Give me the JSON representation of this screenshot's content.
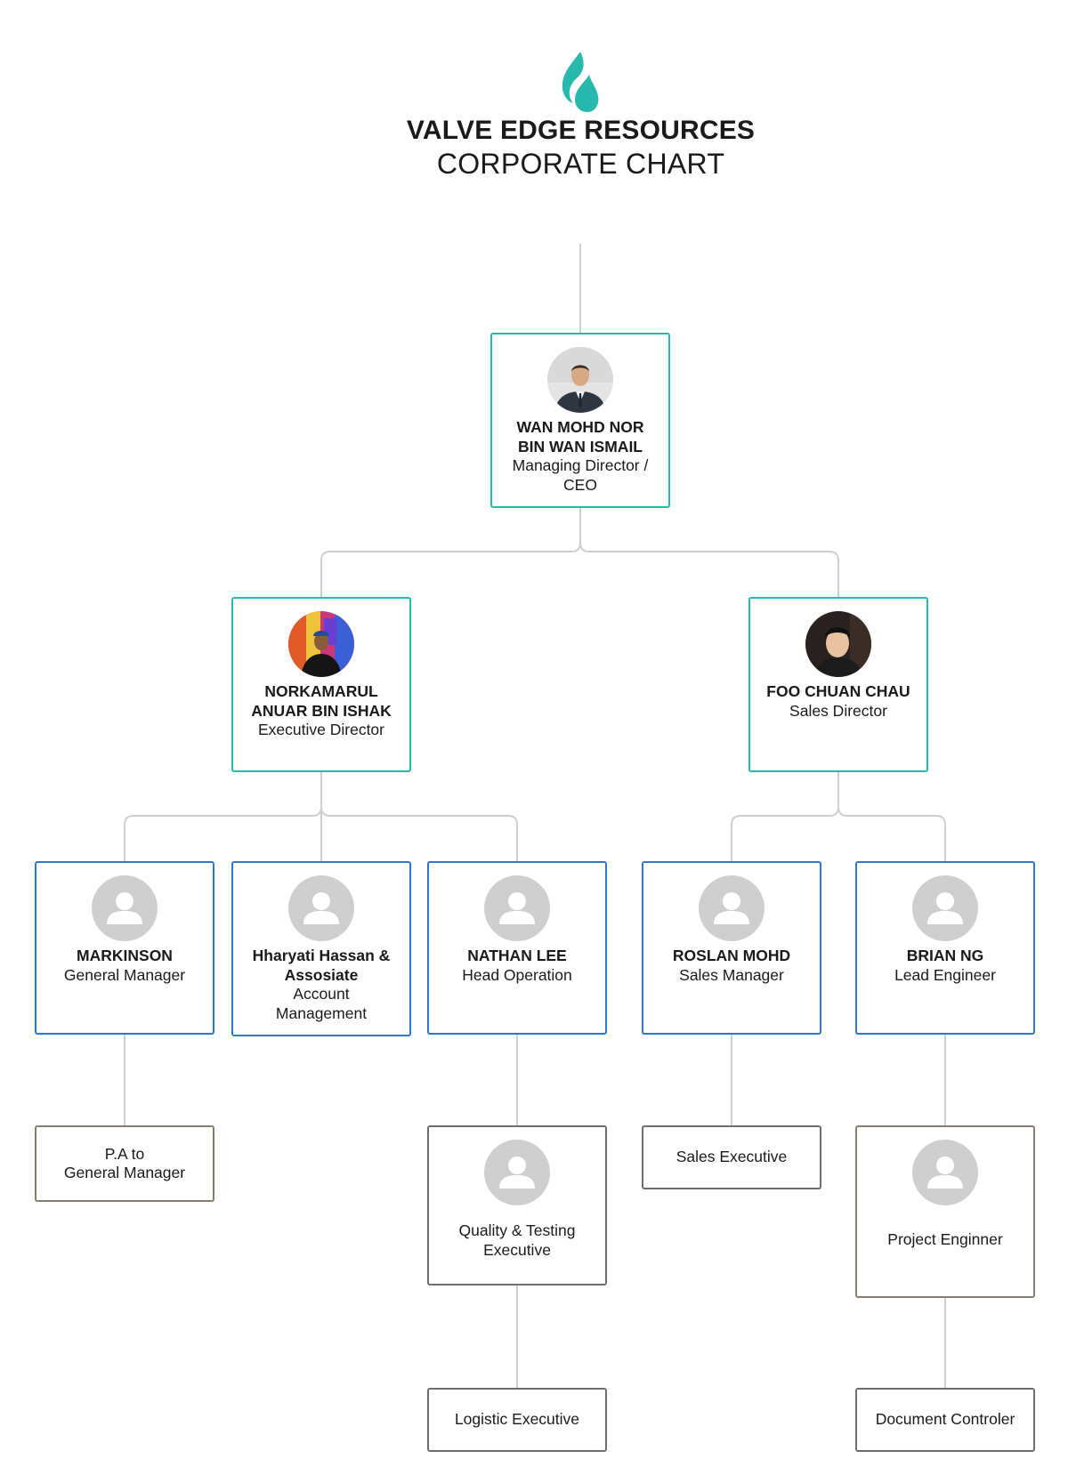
{
  "header": {
    "company": "VALVE EDGE RESOURCES",
    "subtitle": "CORPORATE CHART"
  },
  "colors": {
    "teal": "#27b9ad",
    "blue": "#2a78d4",
    "brown": "#8a7c6a",
    "gray_border": "#6e6e6e",
    "connector": "#cfcfcf",
    "placeholder": "#cfcfcf"
  },
  "nodes": {
    "ceo": {
      "name_line1": "WAN MOHD NOR",
      "name_line2": "BIN WAN ISMAIL",
      "role_line1": "Managing Director /",
      "role_line2": "CEO"
    },
    "exec_director": {
      "name_line1": "NORKAMARUL",
      "name_line2": "ANUAR BIN ISHAK",
      "role": "Executive Director"
    },
    "sales_director": {
      "name": "FOO CHUAN CHAU",
      "role": "Sales Director"
    },
    "gm": {
      "name": "MARKINSON",
      "role": "General Manager"
    },
    "account": {
      "name_line1": "Hharyati Hassan &",
      "name_line2": "Assosiate",
      "role_line1": "Account",
      "role_line2": "Management"
    },
    "head_op": {
      "name": "NATHAN LEE",
      "role": "Head Operation"
    },
    "sales_mgr": {
      "name": "ROSLAN MOHD",
      "role": "Sales Manager"
    },
    "lead_eng": {
      "name": "BRIAN NG",
      "role": "Lead Engineer"
    },
    "pa_gm": {
      "line1": "P.A to",
      "line2": "General Manager"
    },
    "qa": {
      "line1": "Quality & Testing",
      "line2": "Executive"
    },
    "sales_exec": {
      "label": "Sales Executive"
    },
    "proj_eng": {
      "label": "Project Enginner"
    },
    "logistic": {
      "label": "Logistic Executive"
    },
    "doc_ctrl": {
      "label": "Document Controler"
    }
  }
}
